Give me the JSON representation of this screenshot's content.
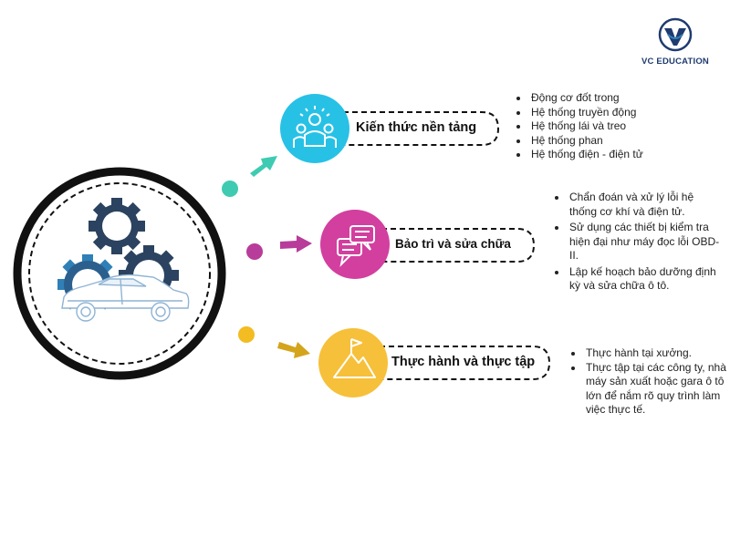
{
  "logo": {
    "text": "VC EDUCATION",
    "icon": "vc-education-logo-icon"
  },
  "hub": {
    "icon": "gears-and-car-icon"
  },
  "colors": {
    "teal": "#3ecbb2",
    "magenta": "#b83c9a",
    "amber": "#f2bc22",
    "cyan_circle": "#27c1e6",
    "pink_circle": "#d23f9f",
    "yellow_circle": "#f6c03a",
    "gear_dark": "#2b4360",
    "gear_blue": "#2f80b7"
  },
  "branches": [
    {
      "label": "Kiến thức nền tảng",
      "icon": "team-people-icon",
      "items": [
        "Động cơ đốt trong",
        "Hệ thống truyền động",
        "Hệ thống lái và treo",
        "Hệ thống phan",
        "Hệ thống điện - điện tử"
      ]
    },
    {
      "label": "Bảo trì và sửa chữa",
      "icon": "chat-bubbles-icon",
      "items": [
        "Chẩn đoán và xử lý lỗi hệ thống cơ khí và điện tử.",
        "Sử dụng các thiết bị kiểm tra hiện đại như máy đọc lỗi OBD-II.",
        "Lập kế hoạch bảo dưỡng định kỳ và sửa chữa ô tô."
      ]
    },
    {
      "label": "Thực hành và thực tập",
      "icon": "mountain-flag-icon",
      "items": [
        "Thực hành tại xưởng.",
        "Thực tập tại các công ty, nhà máy sản xuất hoặc gara ô tô lớn để nắm rõ quy trình làm việc thực tế."
      ]
    }
  ]
}
